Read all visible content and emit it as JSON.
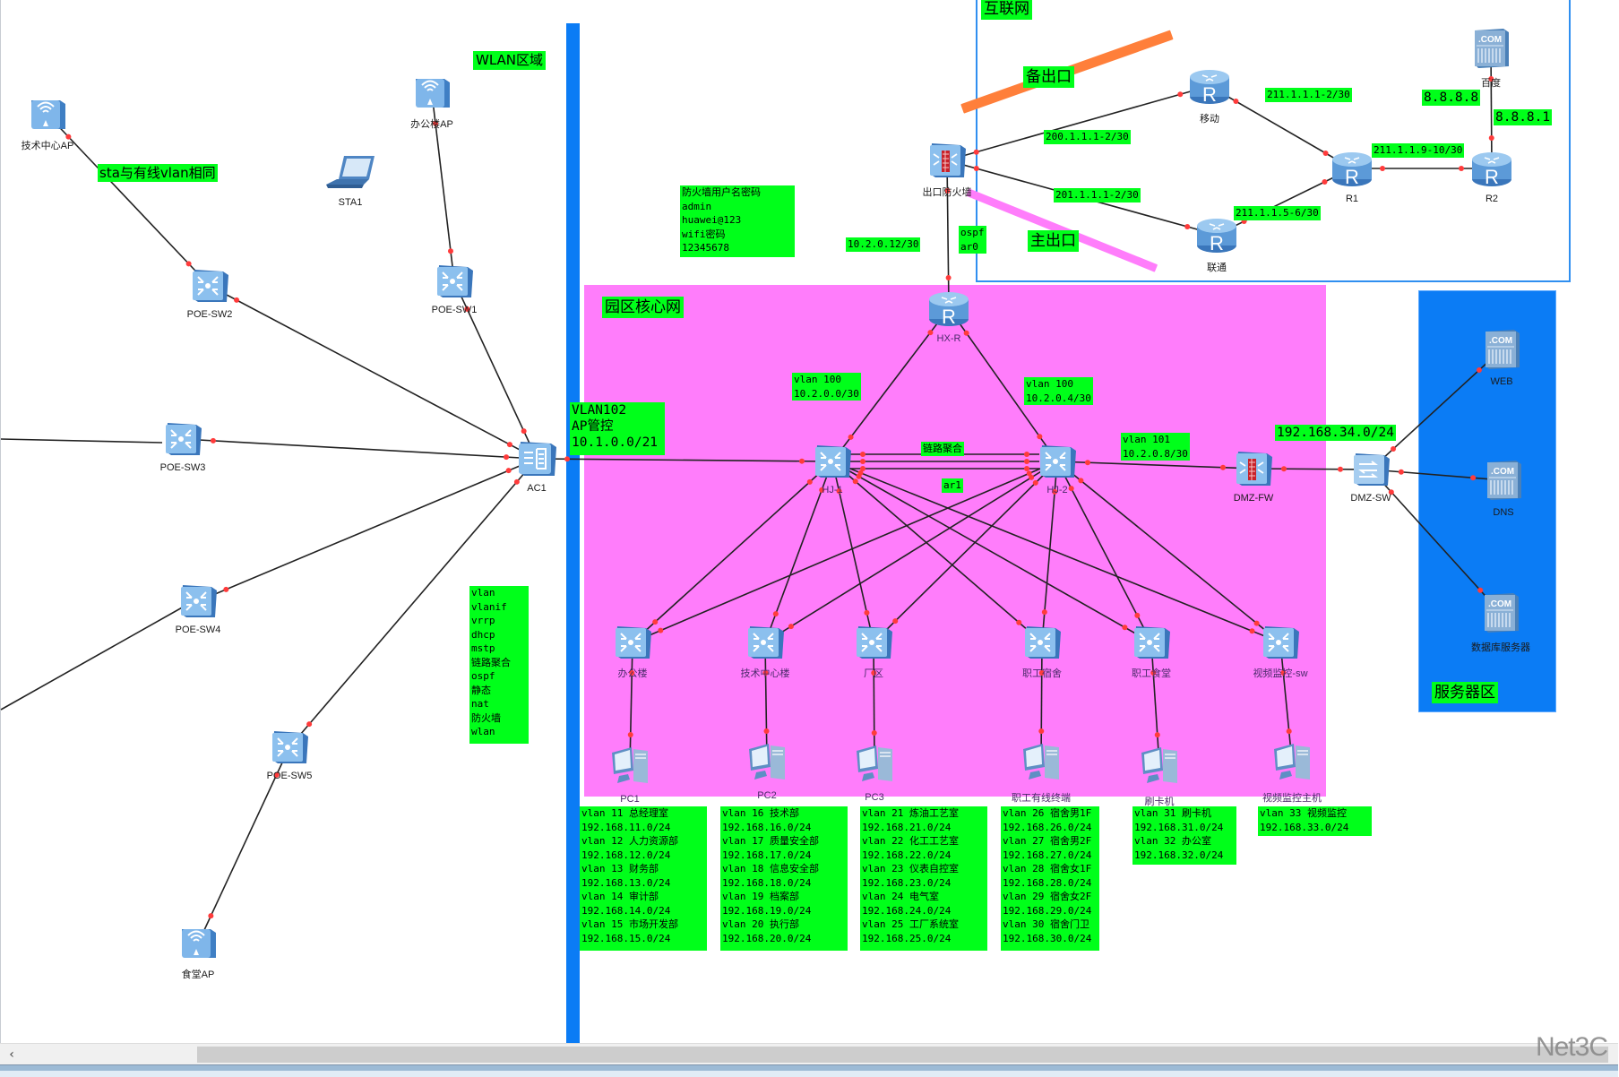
{
  "app": {
    "watermark": "Net3C"
  },
  "colors": {
    "core_zone": "#ff7dfb",
    "server_zone": "#0b7cf5",
    "internet_border": "#2f8ff0",
    "label_bg": "#00ff1a",
    "backup_exit_stripe": "#ff7f3a",
    "main_exit_stripe": "#ff7dfb",
    "link": "#222222",
    "port_dot": "#ff3b3b"
  },
  "zones": {
    "wlan": "WLAN区域",
    "core": "园区核心网",
    "internet": "互联网",
    "server": "服务器区"
  },
  "notes": {
    "sta_vlan": "sta与有线vlan相同",
    "firewall_creds": "防火墙用户名密码\nadmin\nhuawei@123\nwifi密码\n12345678",
    "backup_exit": "备出口",
    "main_exit": "主出口",
    "ap_mgmt": "VLAN102\nAP管控\n10.1.0.0/21",
    "tech_list": "vlan\nvlanif\nvrrp\ndhcp\nmstp\n链路聚合\nospf\n静态\nnat\n防火墙\nwlan",
    "link_agg": "链路聚合",
    "ar1": "ar1",
    "ospf_area": "ospf\nar0",
    "hx_fw_subnet": "10.2.0.12/30",
    "hj1_vlan": "vlan 100\n10.2.0.0/30",
    "hj2_vlan": "vlan 100\n10.2.0.4/30",
    "hj2_fw_vlan": "vlan 101\n10.2.0.8/30",
    "dmz_subnet": "192.168.34.0/24",
    "fw_mobile": "200.1.1.1-2/30",
    "fw_unicom": "201.1.1.1-2/30",
    "mobile_r1": "211.1.1.1-2/30",
    "unicom_r1": "211.1.1.5-6/30",
    "r1_r2": "211.1.1.9-10/30",
    "baidu_ip": "8.8.8.8",
    "r2_ip": "8.8.8.1"
  },
  "vlan_tables": [
    {
      "name": "pc1",
      "text": "vlan 11 总经理室\n192.168.11.0/24\nvlan 12 人力资源部\n192.168.12.0/24\nvlan 13 财务部\n192.168.13.0/24\nvlan 14 审计部\n192.168.14.0/24\nvlan 15 市场开发部\n192.168.15.0/24"
    },
    {
      "name": "pc2",
      "text": "vlan 16 技术部\n192.168.16.0/24\nvlan 17 质量安全部\n192.168.17.0/24\nvlan 18 信息安全部\n192.168.18.0/24\nvlan 19 档案部\n192.168.19.0/24\nvlan 20 执行部\n192.168.20.0/24"
    },
    {
      "name": "pc3",
      "text": "vlan 21 炼油工艺室\n192.168.21.0/24\nvlan 22 化工工艺室\n192.168.22.0/24\nvlan 23 仪表自控室\n192.168.23.0/24\nvlan 24 电气室\n192.168.24.0/24\nvlan 25 工厂系统室\n192.168.25.0/24"
    },
    {
      "name": "dorm",
      "text": "vlan 26 宿舍男1F\n192.168.26.0/24\nvlan 27 宿舍男2F\n192.168.27.0/24\nvlan 28 宿舍女1F\n192.168.28.0/24\nvlan 29 宿舍女2F\n192.168.29.0/24\nvlan 30 宿舍门卫\n192.168.30.0/24"
    },
    {
      "name": "canteen",
      "text": "vlan 31 刷卡机\n192.168.31.0/24\nvlan 32 办公室\n192.168.32.0/24"
    },
    {
      "name": "video",
      "text": "vlan 33 视频监控\n192.168.33.0/24"
    }
  ],
  "devices": {
    "tech_ap": "技术中心AP",
    "office_ap": "办公楼AP",
    "canteen_ap": "食堂AP",
    "sta1": "STA1",
    "poe_sw1": "POE-SW1",
    "poe_sw2": "POE-SW2",
    "poe_sw3": "POE-SW3",
    "poe_sw4": "POE-SW4",
    "poe_sw5": "POE-SW5",
    "ac1": "AC1",
    "hj1": "HJ-1",
    "hj2": "HJ-2",
    "hx_r": "HX-R",
    "exit_fw": "出口防火墙",
    "mobile": "移动",
    "unicom": "联通",
    "r1": "R1",
    "r2": "R2",
    "baidu": "百度",
    "dmz_fw": "DMZ-FW",
    "dmz_sw": "DMZ-SW",
    "web": "WEB",
    "dns": "DNS",
    "db": "数据库服务器",
    "sw_office": "办公楼",
    "sw_tech": "技术中心楼",
    "sw_factory": "厂区",
    "sw_dorm": "职工宿舍",
    "sw_canteen": "职工食堂",
    "sw_video": "视频监控-sw",
    "pc1": "PC1",
    "pc2": "PC2",
    "pc3": "PC3",
    "pc_dorm": "职工有线终端",
    "pc_card": "刷卡机",
    "pc_video": "视频监控主机"
  },
  "scrollbar": {
    "left_arrow": "‹"
  }
}
